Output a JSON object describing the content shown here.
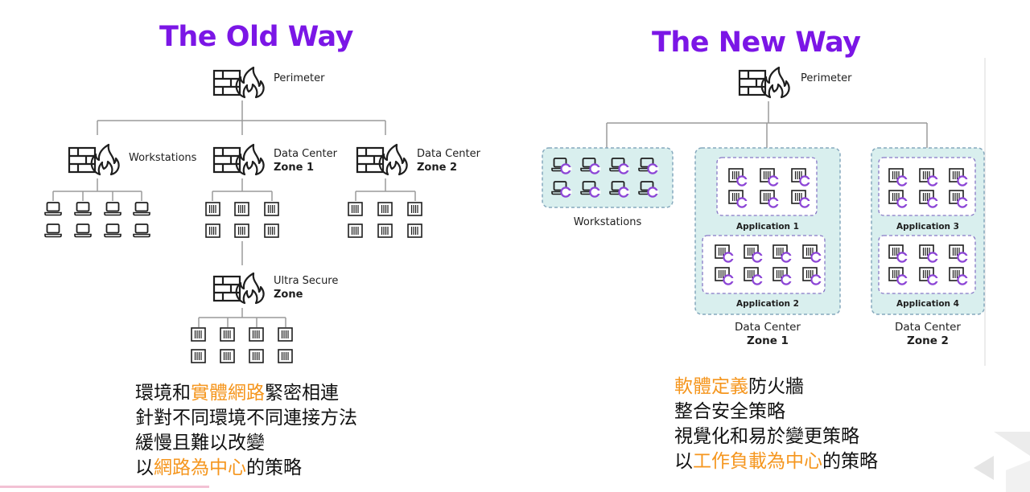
{
  "old_way": {
    "title": "The Old Way",
    "perimeter": "Perimeter",
    "workstations": "Workstations",
    "dc_zone1": [
      "Data Center",
      "Zone 1"
    ],
    "dc_zone2": [
      "Data Center",
      "Zone 2"
    ],
    "ultra_secure": [
      "Ultra Secure",
      "Zone"
    ],
    "notes": [
      [
        {
          "t": "環境和"
        },
        {
          "t": "實體網路",
          "hl": true
        },
        {
          "t": "緊密相連"
        }
      ],
      [
        {
          "t": "針對不同環境不同連接方法"
        }
      ],
      [
        {
          "t": "緩慢且難以改變"
        }
      ],
      [
        {
          "t": "以"
        },
        {
          "t": "網路為中心",
          "hl": true
        },
        {
          "t": "的策略"
        }
      ]
    ]
  },
  "new_way": {
    "title": "The New Way",
    "perimeter": "Perimeter",
    "workstations": "Workstations",
    "application_1": "Application 1",
    "application_2": "Application 2",
    "application_3": "Application 3",
    "application_4": "Application 4",
    "dc_zone1": [
      "Data Center",
      "Zone 1"
    ],
    "dc_zone2": [
      "Data Center",
      "Zone 2"
    ],
    "notes": [
      [
        {
          "t": "軟體定義",
          "hl": true
        },
        {
          "t": "防火牆"
        }
      ],
      [
        {
          "t": "整合安全策略"
        }
      ],
      [
        {
          "t": "視覺化和易於變更策略"
        }
      ],
      [
        {
          "t": "以"
        },
        {
          "t": "工作負載為中心",
          "hl": true
        },
        {
          "t": "的策略"
        }
      ]
    ]
  },
  "icons": {
    "firewall": "firewall-icon",
    "laptop": "laptop-icon",
    "server": "server-icon",
    "protected_badge": "protected-c-badge-icon"
  },
  "colors": {
    "title": "#7b16e6",
    "highlight": "#f5961e",
    "zone_fill": "#d9efee",
    "zone_border": "#86a9bd",
    "app_border": "#8878c6",
    "badge": "#8c45d6",
    "line": "#9a9a9a"
  }
}
